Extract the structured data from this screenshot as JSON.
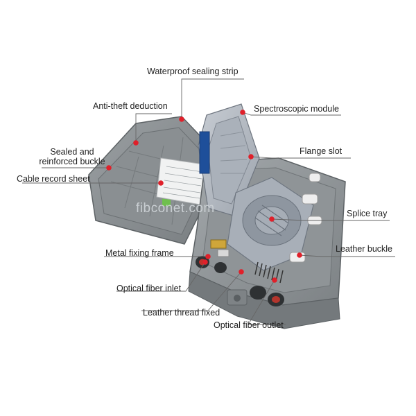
{
  "watermark": "fibconet.com",
  "labels": {
    "waterproof_sealing_strip": "Waterproof sealing strip",
    "anti_theft_deduction": "Anti-theft deduction",
    "spectroscopic_module": "Spectroscopic module",
    "sealed_and": "Sealed and",
    "reinforced_buckle": "reinforced buckle",
    "flange_slot": "Flange slot",
    "cable_record_sheet": "Cable record sheet",
    "splice_tray": "Splice tray",
    "metal_fixing_frame": "Metal fixing frame",
    "leather_buckle": "Leather buckle",
    "optical_fiber_inlet": "Optical fiber inlet",
    "leather_thread_fixed": "Leather thread fixed",
    "optical_fiber_outlet": "Optical fiber outlet"
  },
  "colors": {
    "marker": "#e0202a",
    "leader": "#555555",
    "box_body": "#8c9194",
    "box_dark": "#6f7477",
    "tray": "#b4bbc4",
    "adapter": "#1e4f9a"
  }
}
